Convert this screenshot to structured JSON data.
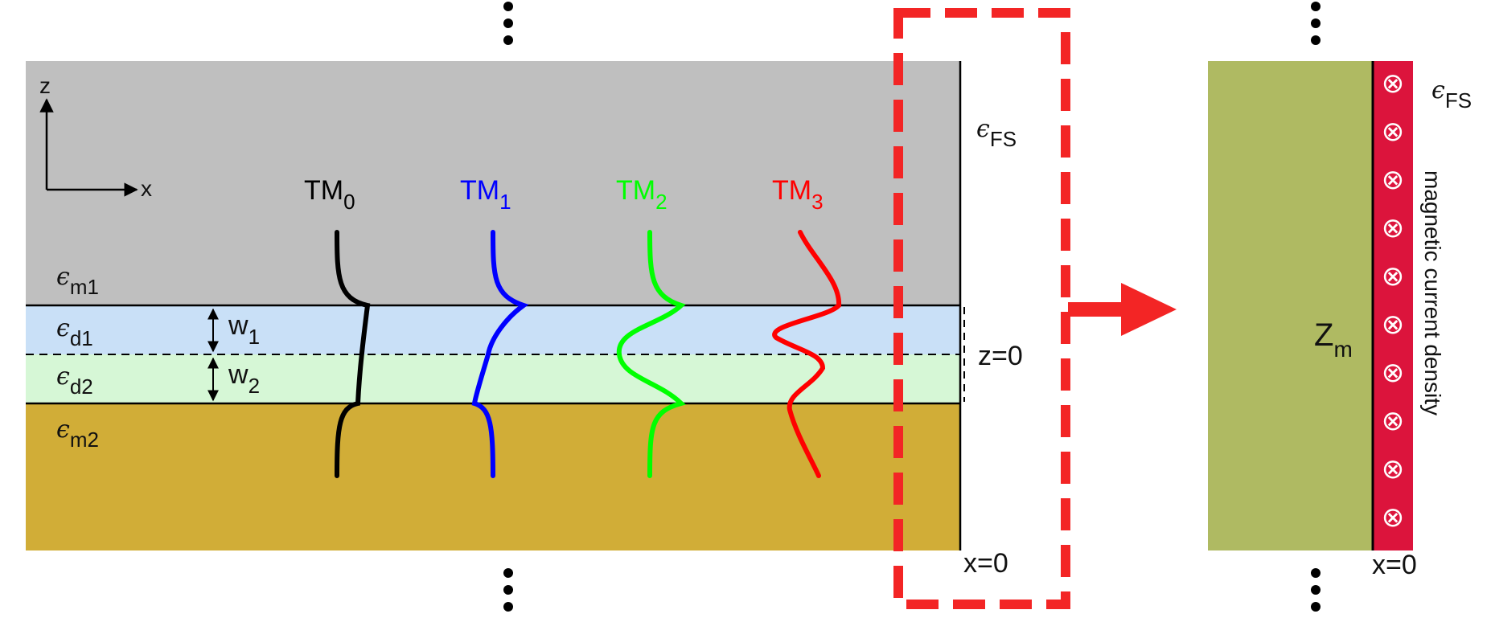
{
  "colors": {
    "cladding_top": "#bfbfbf",
    "dielectric_1": "#c9e0f7",
    "dielectric_2": "#d6f7d6",
    "metal_bottom": "#d1ad37",
    "impedance_block": "#afba62",
    "current_strip": "#dc143c",
    "highlight": "#f32525",
    "tm0": "#000000",
    "tm1": "#0000ff",
    "tm2": "#00ff00",
    "tm3": "#ff0000"
  },
  "axes": {
    "z_label": "z",
    "x_label": "x"
  },
  "layers": {
    "em1": {
      "sym": "ϵ",
      "sub": "m1"
    },
    "ed1": {
      "sym": "ϵ",
      "sub": "d1"
    },
    "ed2": {
      "sym": "ϵ",
      "sub": "d2"
    },
    "em2": {
      "sym": "ϵ",
      "sub": "m2"
    },
    "efs": {
      "sym": "ϵ",
      "sub": "FS"
    }
  },
  "widths": {
    "w1": {
      "base": "w",
      "sub": "1"
    },
    "w2": {
      "base": "w",
      "sub": "2"
    }
  },
  "modes": [
    {
      "base": "TM",
      "sub": "0"
    },
    {
      "base": "TM",
      "sub": "1"
    },
    {
      "base": "TM",
      "sub": "2"
    },
    {
      "base": "TM",
      "sub": "3"
    }
  ],
  "markers": {
    "z0": "z=0",
    "x0_left": "x=0",
    "x0_right": "x=0"
  },
  "right_panel": {
    "impedance": {
      "base": "Z",
      "sub": "m"
    },
    "efs": {
      "sym": "ϵ",
      "sub": "FS"
    },
    "current_label": "magnetic current density",
    "current_symbol": "⊗"
  }
}
